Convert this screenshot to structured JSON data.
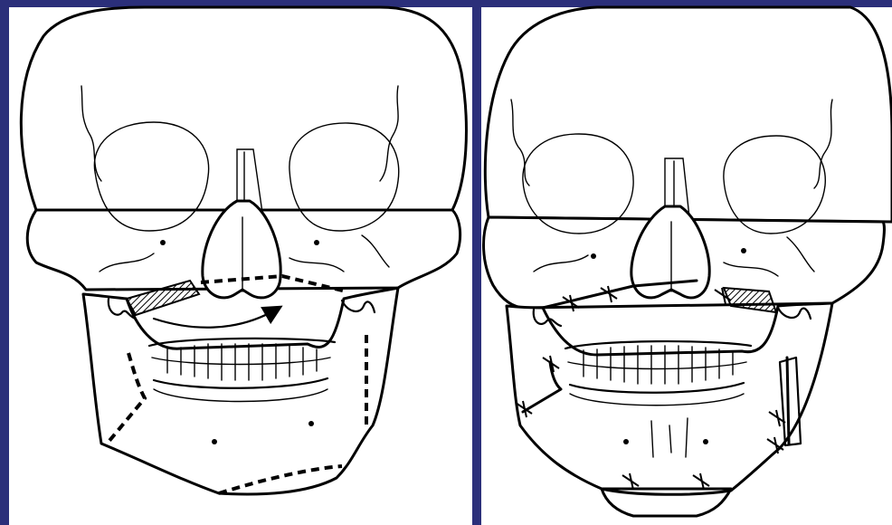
{
  "figure": {
    "background_color": "#2b2f7a",
    "panel_color": "#ffffff",
    "line_color": "#000000",
    "panels": [
      {
        "id": "before",
        "osteotomy_lines": "dashed",
        "arrow": "rotation-arrow-icon"
      },
      {
        "id": "after",
        "fixation": "wire-marks"
      }
    ]
  }
}
